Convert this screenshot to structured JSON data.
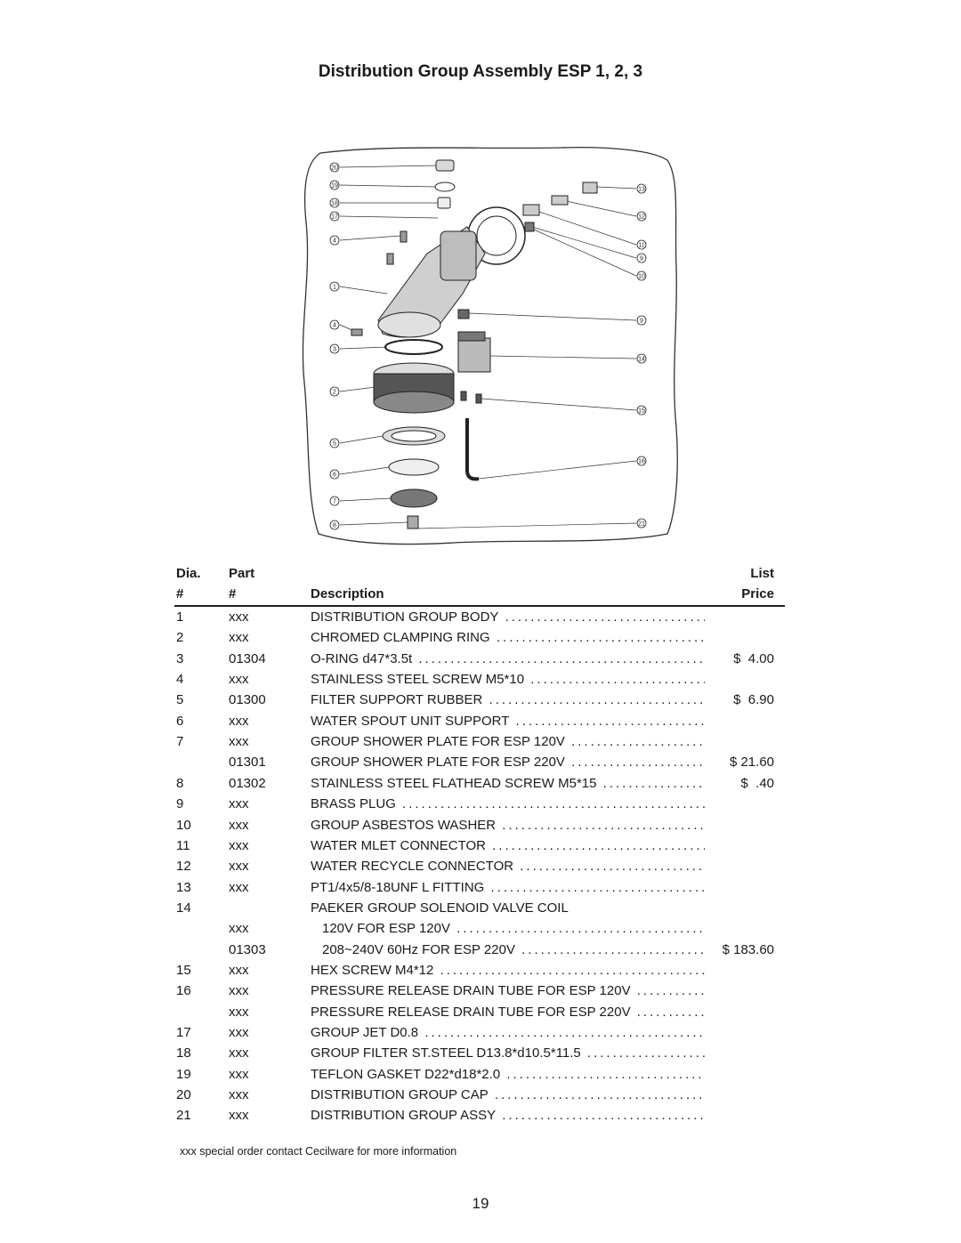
{
  "title": "Distribution Group Assembly ESP 1, 2, 3",
  "diagram": {
    "callouts_left": [
      "20",
      "19",
      "18",
      "17",
      "4",
      "1",
      "4",
      "3",
      "2",
      "5",
      "6",
      "7",
      "8"
    ],
    "callouts_right": [
      "13",
      "12",
      "11",
      "9",
      "10",
      "9",
      "14",
      "15",
      "16",
      "21"
    ]
  },
  "table": {
    "headers": {
      "dia_line1": "Dia.",
      "dia_line2": "#",
      "part_line1": "Part",
      "part_line2": "#",
      "description": "Description",
      "price_line1": "List",
      "price_line2": "Price"
    },
    "rows": [
      {
        "dia": "1",
        "part": "xxx",
        "desc": "DISTRIBUTION GROUP BODY",
        "price": ""
      },
      {
        "dia": "2",
        "part": "xxx",
        "desc": "CHROMED CLAMPING RING",
        "price": ""
      },
      {
        "dia": "3",
        "part": "01304",
        "desc": "O-RING d47*3.5t",
        "price": "$  4.00"
      },
      {
        "dia": "4",
        "part": "xxx",
        "desc": "STAINLESS STEEL SCREW M5*10",
        "price": ""
      },
      {
        "dia": "5",
        "part": "01300",
        "desc": "FILTER SUPPORT RUBBER",
        "price": "$  6.90"
      },
      {
        "dia": "6",
        "part": "xxx",
        "desc": "WATER SPOUT UNIT SUPPORT",
        "price": ""
      },
      {
        "dia": "7",
        "part": "xxx",
        "desc": "GROUP SHOWER PLATE FOR ESP 120V",
        "price": ""
      },
      {
        "dia": "",
        "part": "01301",
        "desc": "GROUP SHOWER PLATE FOR ESP 220V",
        "price": "$ 21.60"
      },
      {
        "dia": "8",
        "part": "01302",
        "desc": "STAINLESS STEEL FLATHEAD SCREW M5*15",
        "price": "$  .40"
      },
      {
        "dia": "9",
        "part": "xxx",
        "desc": "BRASS PLUG",
        "price": ""
      },
      {
        "dia": "10",
        "part": "xxx",
        "desc": "GROUP ASBESTOS WASHER",
        "price": ""
      },
      {
        "dia": "11",
        "part": "xxx",
        "desc": "WATER MLET CONNECTOR",
        "price": ""
      },
      {
        "dia": "12",
        "part": "xxx",
        "desc": "WATER RECYCLE CONNECTOR",
        "price": ""
      },
      {
        "dia": "13",
        "part": "xxx",
        "desc": "PT1/4x5/8-18UNF L  FITTING",
        "price": ""
      },
      {
        "dia": "14",
        "part": "",
        "desc": "PAEKER GROUP SOLENOID VALVE COIL",
        "price": "",
        "nodots": true
      },
      {
        "dia": "",
        "part": "xxx",
        "desc": "120V FOR ESP 120V",
        "price": "",
        "indent": true
      },
      {
        "dia": "",
        "part": "01303",
        "desc": "208~240V 60Hz FOR ESP 220V",
        "price": "$ 183.60",
        "indent": true
      },
      {
        "dia": "15",
        "part": "xxx",
        "desc": "HEX SCREW M4*12",
        "price": ""
      },
      {
        "dia": "16",
        "part": "xxx",
        "desc": "PRESSURE RELEASE DRAIN TUBE FOR ESP 120V",
        "price": ""
      },
      {
        "dia": "",
        "part": "xxx",
        "desc": "PRESSURE RELEASE DRAIN TUBE FOR ESP 220V",
        "price": ""
      },
      {
        "dia": "17",
        "part": "xxx",
        "desc": "GROUP JET D0.8",
        "price": ""
      },
      {
        "dia": "18",
        "part": "xxx",
        "desc": "GROUP FILTER ST.STEEL D13.8*d10.5*11.5",
        "price": ""
      },
      {
        "dia": "19",
        "part": "xxx",
        "desc": "TEFLON GASKET D22*d18*2.0",
        "price": ""
      },
      {
        "dia": "20",
        "part": "xxx",
        "desc": "DISTRIBUTION GROUP CAP",
        "price": ""
      },
      {
        "dia": "21",
        "part": "xxx",
        "desc": "DISTRIBUTION GROUP ASSY",
        "price": ""
      }
    ]
  },
  "footnote": "xxx special order contact Cecilware for more information",
  "page_number": "19"
}
